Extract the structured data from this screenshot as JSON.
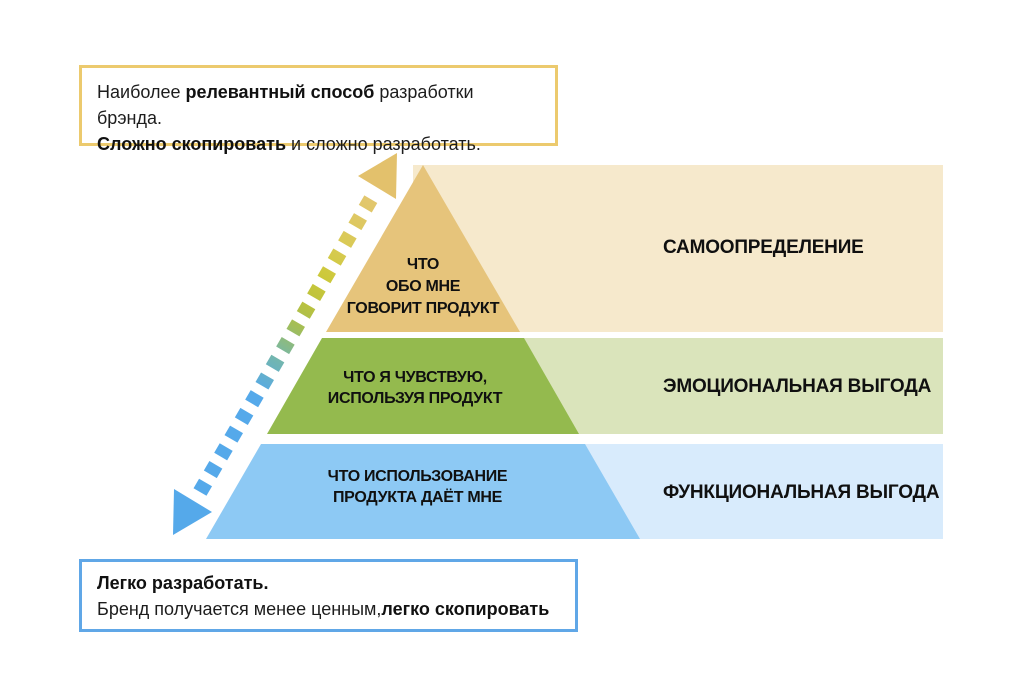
{
  "top_note": {
    "line1_normal1": "Наиболее ",
    "line1_bold": "релевантный способ",
    "line1_normal2": " разработки брэнда.",
    "line2_bold": "Сложно скопировать",
    "line2_normal": " и сложно разработать.",
    "border_color": "#ecca6e"
  },
  "bottom_note": {
    "line1_bold": "Легко разработать.",
    "line2_normal": "Бренд получается менее ценным,",
    "line2_bold": "легко скопировать",
    "border_color": "#60a7e7"
  },
  "pyramid": {
    "levels": [
      {
        "lines": [
          "ЧТО",
          "ОБО МНЕ",
          "ГОВОРИТ ПРОДУКТ"
        ],
        "band_label": "САМООПРЕДЕЛЕНИЕ",
        "fill": "#e6c47b",
        "band_fill": "#f6e9cc"
      },
      {
        "lines": [
          "ЧТО Я ЧУВСТВУЮ,",
          "ИСПОЛЬЗУЯ ПРОДУКТ"
        ],
        "band_label": "ЭМОЦИОНАЛЬНАЯ ВЫГОДА",
        "fill": "#94ba4e",
        "band_fill": "#dae4bb"
      },
      {
        "lines": [
          "ЧТО ИСПОЛЬЗОВАНИЕ",
          "ПРОДУКТА ДАЁТ МНЕ"
        ],
        "band_label": "ФУНКЦИОНАЛЬНАЯ ВЫГОДА",
        "fill": "#8dc9f4",
        "band_fill": "#d8ebfc"
      }
    ]
  },
  "arrow": {
    "top_head_color": "#e3c16c",
    "bottom_head_color": "#55a9ea",
    "gradient_stops": [
      "#55a9ea",
      "#55a9ea",
      "#75b7ab",
      "#a3be57",
      "#bcc23c",
      "#cdc93b",
      "#d9ca55",
      "#e4c672"
    ]
  }
}
